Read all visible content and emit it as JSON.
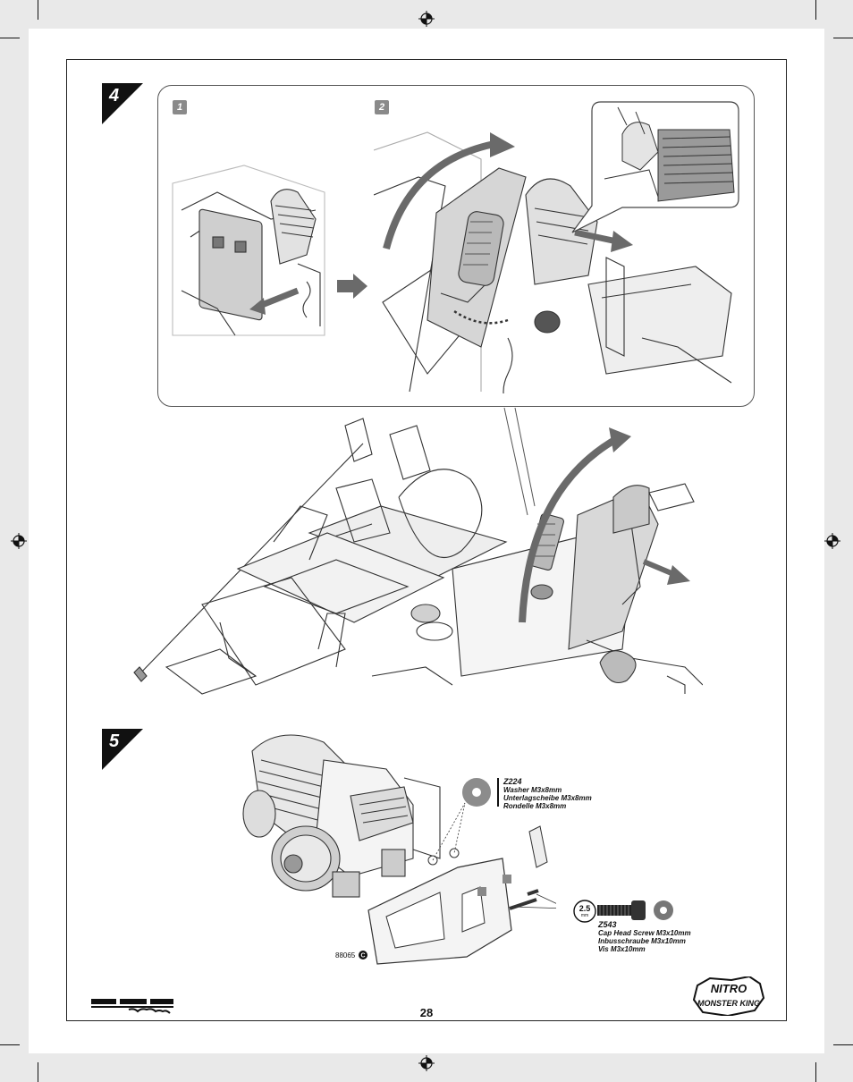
{
  "steps": {
    "step4_number": "4",
    "step5_number": "5",
    "sub_step_1": "1",
    "sub_step_2": "2"
  },
  "parts": {
    "washer": {
      "code": "Z224",
      "name_en": "Washer M3x8mm",
      "name_de": "Unterlagscheibe M3x8mm",
      "name_fr": "Rondelle M3x8mm"
    },
    "screw": {
      "code": "Z543",
      "name_en": "Cap Head Screw M3x10mm",
      "name_de": "Inbusschraube M3x10mm",
      "name_fr": "Vis M3x10mm",
      "tool_size": "2.5",
      "tool_unit": "mm"
    }
  },
  "part_reference": "88065",
  "page_number": "28",
  "logos": {
    "left": "HPI RACING",
    "left_icon": "hpi-racing-logo",
    "right_line1": "NITRO",
    "right_line2": "MONSTER KING",
    "right_icon": "nitro-monster-king-logo"
  },
  "colors": {
    "arrow_gray": "#6a6a6a",
    "badge_gray": "#8a8a8a",
    "line_art": "#333333"
  }
}
